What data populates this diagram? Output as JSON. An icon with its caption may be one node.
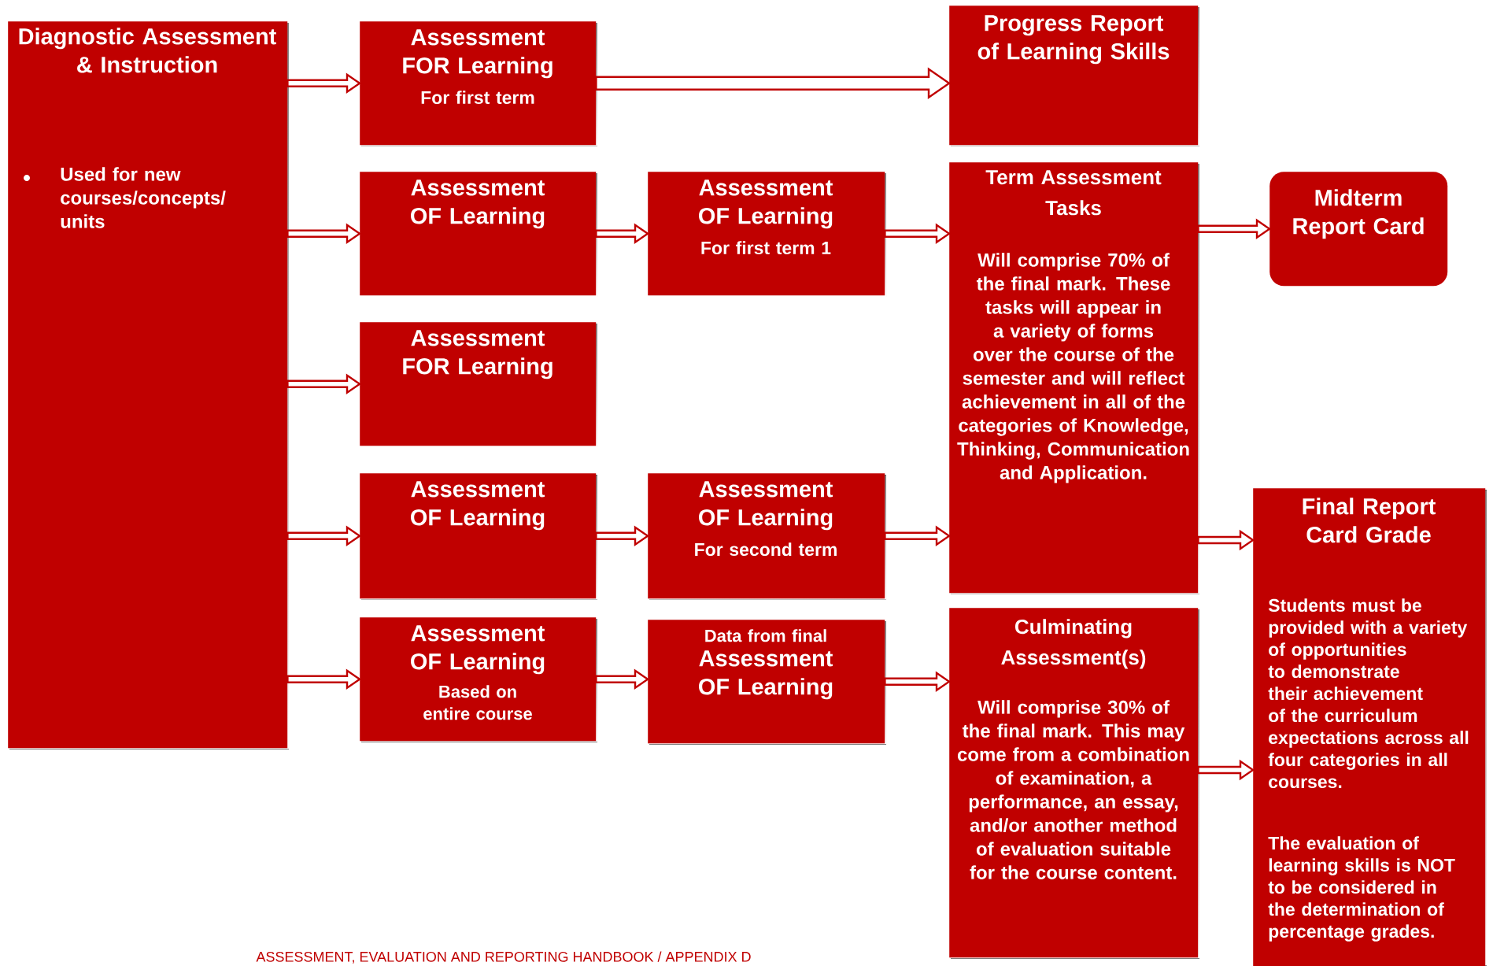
{
  "diagram": {
    "nodes": [
      {
        "text": [
          "Diagnostic Assessment & Instruction",
          "Used for new courses/concepts/ units"
        ]
      },
      {
        "text": [
          "Assessment FOR Learning",
          "For first term"
        ]
      },
      {
        "text": [
          "Progress Report of Learning Skills"
        ]
      },
      {
        "text": [
          "Assessment OF Learning"
        ]
      },
      {
        "text": [
          "Assessment OF Learning",
          "For first term 1"
        ]
      },
      {
        "text": [
          "Term Assessment Tasks",
          "Will comprise 70% of the final mark. These tasks will appear in a variety of forms over the course of the semester and will reflect achievement in all of the categories of Knowledge, Thinking, Communication and Application."
        ]
      },
      {
        "text": [
          "Midterm Report Card"
        ]
      },
      {
        "text": [
          "Assessment FOR Learning"
        ]
      },
      {
        "text": [
          "Assessment OF Learning"
        ]
      },
      {
        "text": [
          "Assessment OF Learning",
          "For second term"
        ]
      },
      {
        "text": [
          "Final Report Card Grade",
          "Students must be provided with a variety of opportunities to demonstrate their achievement of the curriculum expectations across all four categories in all courses.",
          "The evaluation of learning skills is NOT to be considered in the determination of percentage grades."
        ]
      },
      {
        "text": [
          "Assessment OF Learning",
          "Based on entire course"
        ]
      },
      {
        "text": [
          "Data from final",
          "Assessment OF Learning"
        ]
      },
      {
        "text": [
          "Culminating Assessment(s)",
          "Will comprise 30% of the final mark. This may come from a combination of examination, a performance, an essay, and/or another method of evaluation suitable for the course content."
        ]
      }
    ],
    "edges": [
      {
        "from": 0,
        "to": 1,
        "arrow": "to"
      },
      {
        "from": 1,
        "to": 2,
        "arrow": "to",
        "style": "thick"
      },
      {
        "from": 0,
        "to": 3,
        "arrow": "to"
      },
      {
        "from": 3,
        "to": 4,
        "arrow": "to"
      },
      {
        "from": 4,
        "to": 5,
        "arrow": "to"
      },
      {
        "from": 5,
        "to": 6,
        "arrow": "to"
      },
      {
        "from": 0,
        "to": 7,
        "arrow": "to"
      },
      {
        "from": 0,
        "to": 8,
        "arrow": "to"
      },
      {
        "from": 8,
        "to": 9,
        "arrow": "to"
      },
      {
        "from": 9,
        "to": 5,
        "arrow": "to"
      },
      {
        "from": 5,
        "to": 10,
        "arrow": "to"
      },
      {
        "from": 0,
        "to": 11,
        "arrow": "to"
      },
      {
        "from": 11,
        "to": 12,
        "arrow": "to"
      },
      {
        "from": 12,
        "to": 13,
        "arrow": "to"
      },
      {
        "from": 13,
        "to": 10,
        "arrow": "to"
      }
    ],
    "labels": [
      "ASSESSMENT, EVALUATION AND REPORTING HANDBOOK / APPENDIX D"
    ]
  }
}
